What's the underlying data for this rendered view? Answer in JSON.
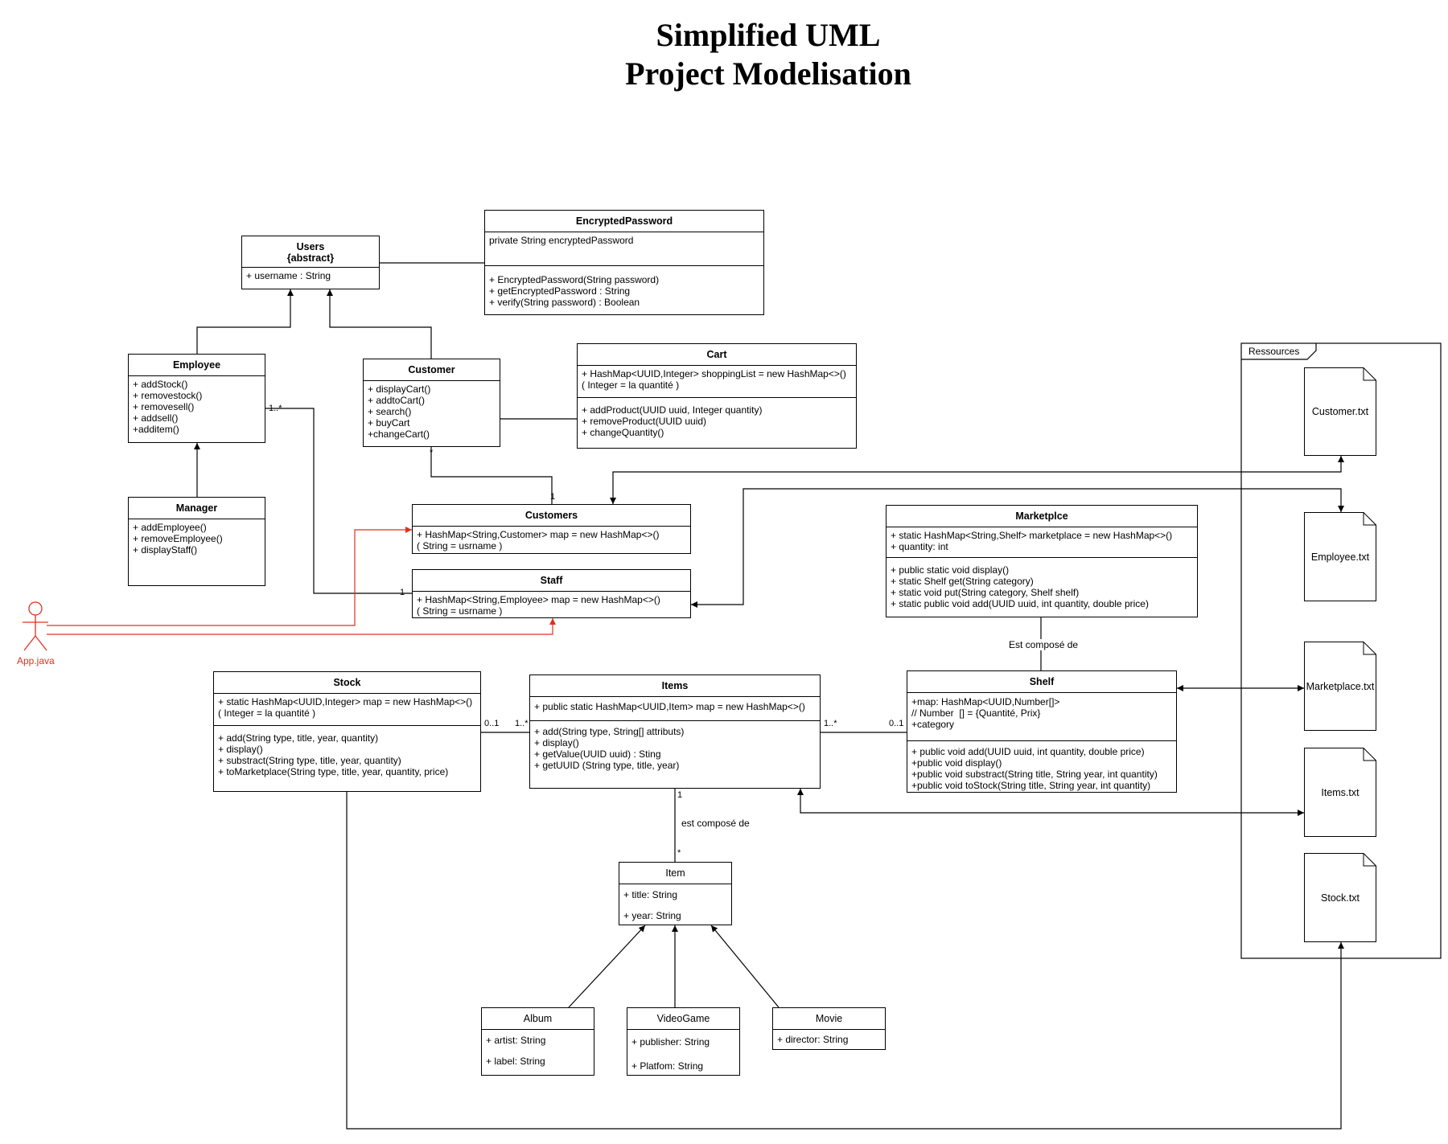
{
  "title": {
    "line1": "Simplified UML",
    "line2": "Project Modelisation"
  },
  "classes": {
    "users": {
      "name": "Users",
      "stereotype": "{abstract}",
      "attributes": [
        "+ username : String"
      ]
    },
    "encrypted_password": {
      "name": "EncryptedPassword",
      "attributes": [
        "private String encryptedPassword"
      ],
      "methods": [
        "+ EncryptedPassword(String password)",
        "+ getEncryptedPassword : String",
        "+ verify(String password) : Boolean"
      ]
    },
    "employee": {
      "name": "Employee",
      "methods": [
        "+ addStock()",
        "+ removestock()",
        "+ removesell()",
        "+ addsell()",
        "+additem()"
      ]
    },
    "customer": {
      "name": "Customer",
      "methods": [
        "+ displayCart()",
        "+ addtoCart()",
        "+ search()",
        "+ buyCart",
        "+changeCart()"
      ]
    },
    "cart": {
      "name": "Cart",
      "attributes": [
        "+ HashMap<UUID,Integer> shoppingList = new HashMap<>()",
        "( Integer = la quantité )"
      ],
      "methods": [
        "+ addProduct(UUID uuid, Integer quantity)",
        "+ removeProduct(UUID uuid)",
        "+ changeQuantity()"
      ]
    },
    "manager": {
      "name": "Manager",
      "methods": [
        "+ addEmployee()",
        "+ removeEmployee()",
        "+ displayStaff()"
      ]
    },
    "customers": {
      "name": "Customers",
      "attributes": [
        "+ HashMap<String,Customer> map = new HashMap<>()",
        "( String = usrname )"
      ]
    },
    "staff": {
      "name": "Staff",
      "attributes": [
        "+ HashMap<String,Employee> map = new HashMap<>()",
        "( String = usrname )"
      ]
    },
    "marketplace": {
      "name": "Marketplce",
      "attributes": [
        "+ static HashMap<String,Shelf> marketplace = new HashMap<>()",
        "+ quantity: int"
      ],
      "methods": [
        "+ public static void display()",
        "+ static Shelf get(String category)",
        "+ static void put(String category, Shelf shelf)",
        "+ static public void add(UUID uuid, int quantity, double price)"
      ]
    },
    "stock": {
      "name": "Stock",
      "attributes": [
        "+ static HashMap<UUID,Integer> map = new HashMap<>()",
        "( Integer = la quantité )"
      ],
      "methods": [
        "+ add(String type, title, year, quantity)",
        "+ display()",
        "+ substract(String type, title, year, quantity)",
        "+ toMarketplace(String type, title, year, quantity, price)"
      ]
    },
    "items": {
      "name": "Items",
      "attributes": [
        "+ public static HashMap<UUID,Item> map = new HashMap<>()"
      ],
      "methods": [
        "+ add(String type, String[] attributs)",
        "+ display()",
        "+ getValue(UUID uuid) : Sting",
        "+ getUUID (String type, title, year)"
      ]
    },
    "shelf": {
      "name": "Shelf",
      "attributes": [
        "+map: HashMap<UUID,Number[]>",
        "// Number  [] = {Quantité, Prix}",
        "+category"
      ],
      "methods": [
        "+ public void add(UUID uuid, int quantity, double price)",
        "+public void display()",
        "+public void substract(String title, String year, int quantity)",
        "+public void toStock(String title, String year, int quantity)"
      ]
    },
    "item": {
      "name": "Item",
      "attributes": [
        "+ title: String",
        "+ year: String"
      ]
    },
    "album": {
      "name": "Album",
      "attributes": [
        "+ artist: String",
        "+ label: String"
      ]
    },
    "videogame": {
      "name": "VideoGame",
      "attributes": [
        "+ publisher: String",
        "+ Platfom: String"
      ]
    },
    "movie": {
      "name": "Movie",
      "attributes": [
        "+ director: String"
      ]
    }
  },
  "actor": {
    "label": "App.java",
    "color": "#e0301e"
  },
  "package": {
    "label": "Ressources",
    "files": [
      "Customer.txt",
      "Employee.txt",
      "Marketplace.txt",
      "Items.txt",
      "Stock.txt"
    ]
  },
  "multiplicities": {
    "employee_staff_many": "1..*",
    "staff_one": "1",
    "customer_many": "*",
    "customers_one": "1",
    "stock_zero_one": "0..1",
    "items_one_many_left": "1..*",
    "items_one_many_right": "1..*",
    "shelf_zero_one": "0..1",
    "items_one": "1",
    "item_many": "*"
  },
  "notes": {
    "market_shelf": "Est composé de",
    "items_item": "est composé de"
  }
}
